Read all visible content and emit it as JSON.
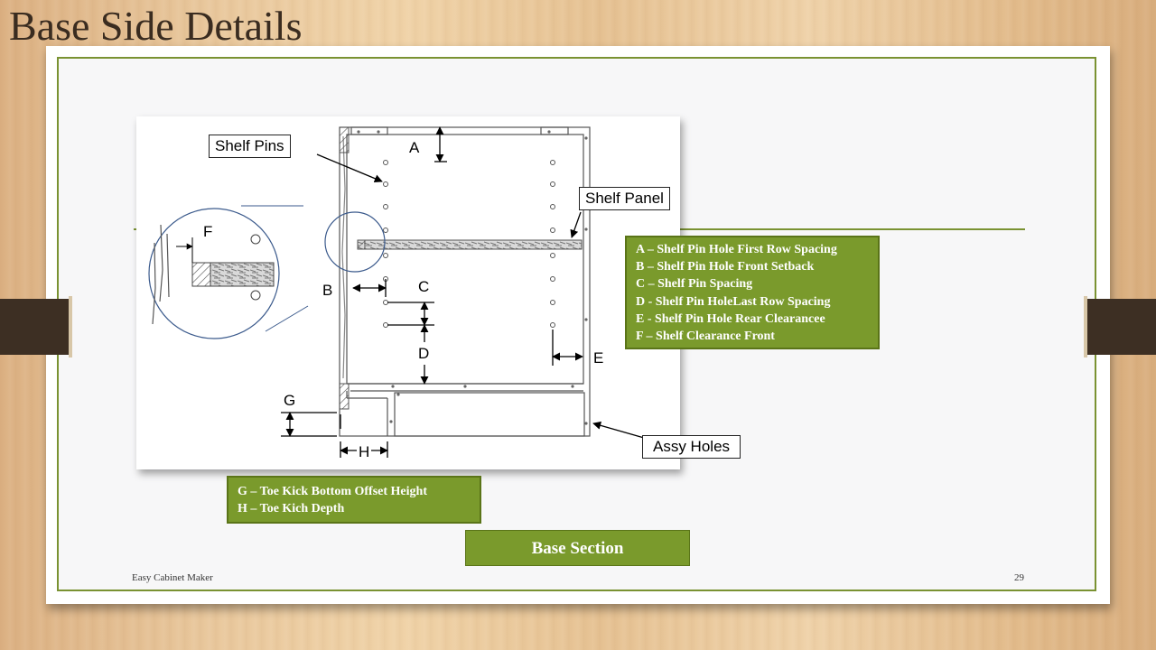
{
  "title": "Base Side Details",
  "callouts": {
    "shelf_pins": "Shelf Pins",
    "shelf_panel": "Shelf Panel",
    "assy_holes": "Assy Holes"
  },
  "dimension_labels": {
    "a": "A",
    "b": "B",
    "c": "C",
    "d": "D",
    "e": "E",
    "f": "F",
    "g": "G",
    "h": "H"
  },
  "legend_main": [
    "A – Shelf  Pin  Hole First Row Spacing",
    "B – Shelf  Pin Hole Front Setback",
    "C – Shelf  Pin Spacing",
    "D - Shelf  Pin HoleLast Row Spacing",
    "E - Shelf  Pin Hole Rear Clearancee",
    "F – Shelf  Clearance Front"
  ],
  "legend_toe": [
    "G – Toe Kick Bottom Offset Height",
    "H – Toe Kich Depth"
  ],
  "section_button": "Base Section",
  "footer": {
    "left": "Easy Cabinet Maker",
    "page": "29"
  },
  "colors": {
    "accent_green": "#7a9a2c",
    "frame_green": "#7a9232",
    "dark_tab": "#3d2f23"
  }
}
